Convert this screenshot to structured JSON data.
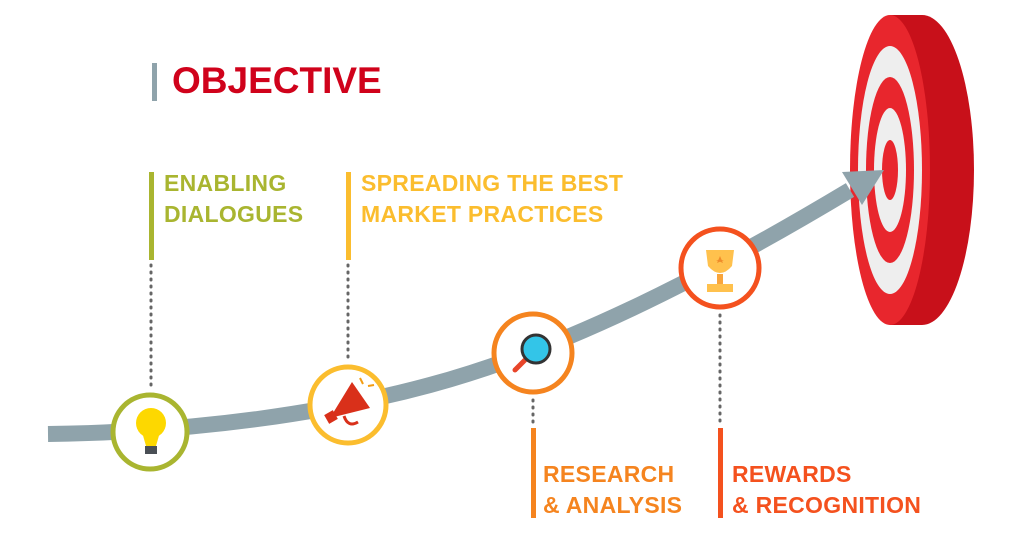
{
  "title": "OBJECTIVE",
  "colors": {
    "title": "#d0021b",
    "path": "#8fa3ab",
    "target_red": "#e8262d",
    "target_side": "#c8101a"
  },
  "steps": [
    {
      "line1": "ENABLING",
      "line2": "DIALOGUES",
      "color": "#a9b530",
      "icon": "lightbulb-icon"
    },
    {
      "line1": "SPREADING THE BEST",
      "line2": "MARKET PRACTICES",
      "color": "#fbbd2e",
      "icon": "megaphone-icon"
    },
    {
      "line1": "RESEARCH",
      "line2": "& ANALYSIS",
      "color": "#f5841f",
      "icon": "magnifier-icon"
    },
    {
      "line1": "REWARDS",
      "line2": "& RECOGNITION",
      "color": "#f4511e",
      "icon": "trophy-icon"
    }
  ]
}
